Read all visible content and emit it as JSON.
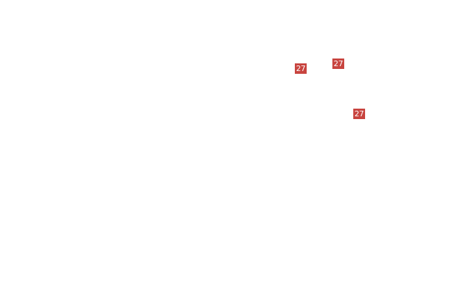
{
  "colors": {
    "background": "#ffffff",
    "marker_fill": "#c8443f",
    "marker_text": "#ffffff"
  },
  "markers": [
    {
      "label": "27"
    },
    {
      "label": "27"
    },
    {
      "label": "27"
    }
  ]
}
